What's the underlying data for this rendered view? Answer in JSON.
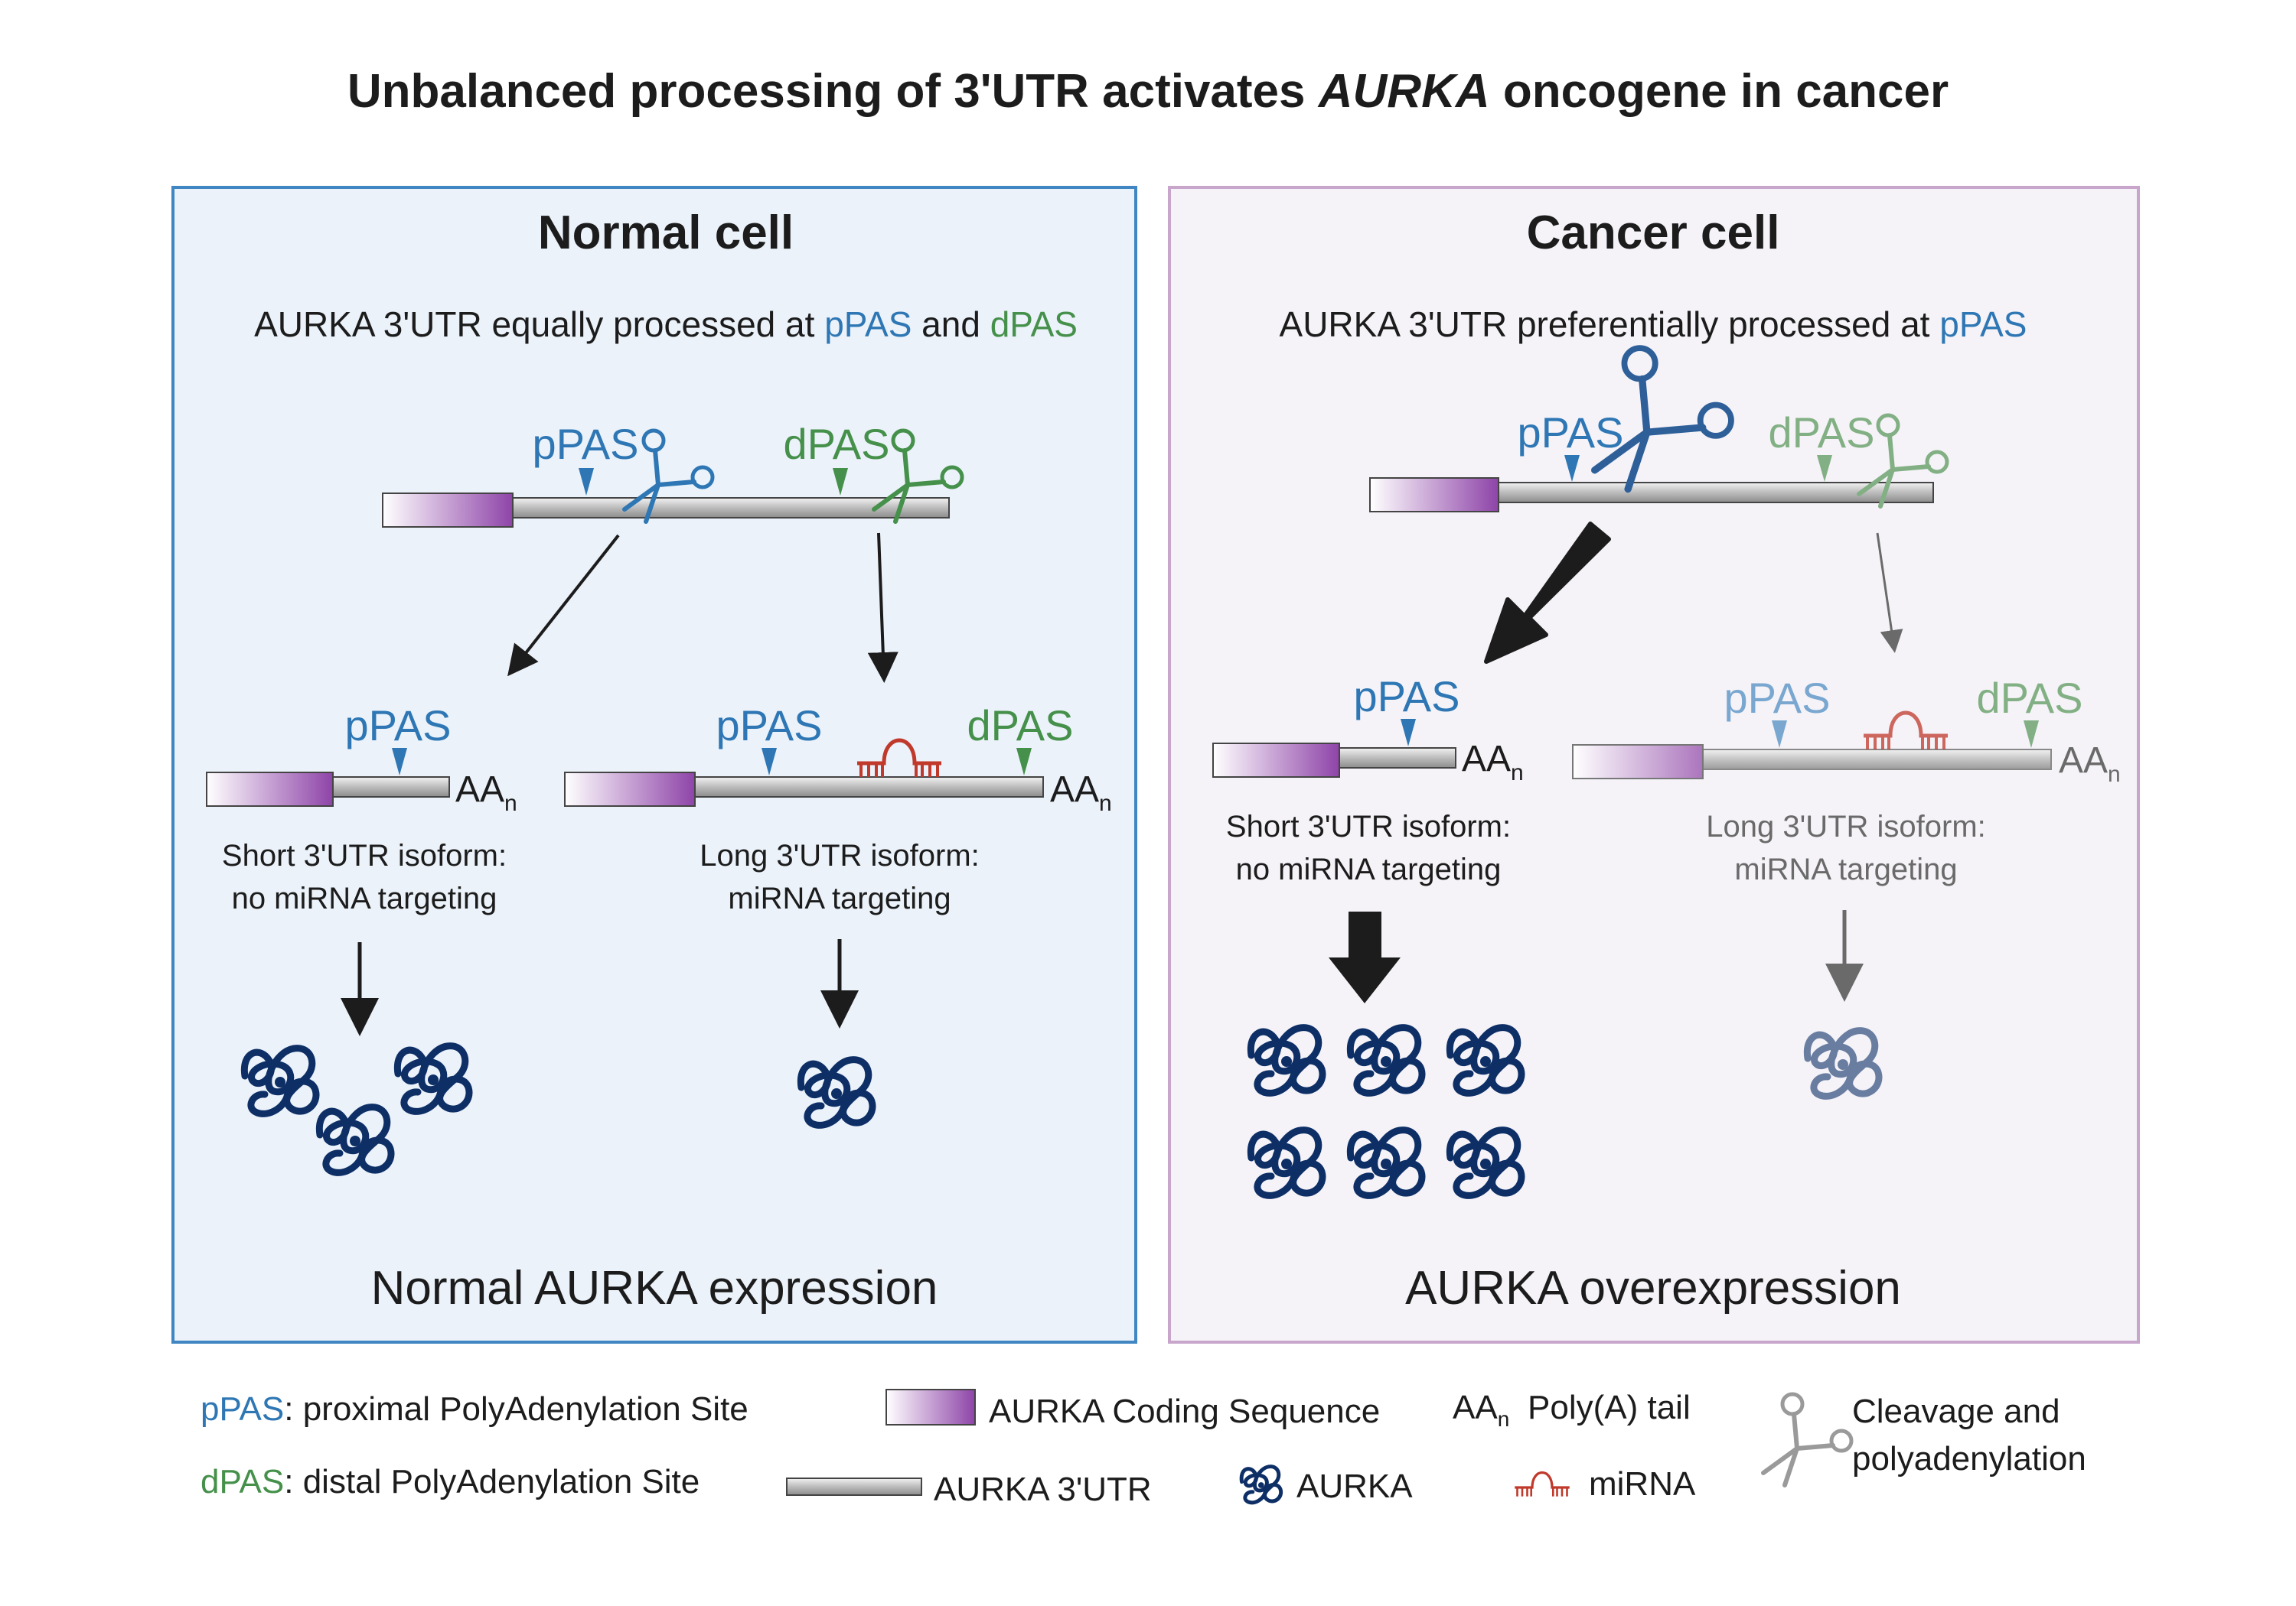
{
  "title": {
    "prefix": "Unbalanced processing of 3'UTR activates ",
    "gene": "AURKA",
    "suffix": " oncogene in cancer"
  },
  "normal": {
    "title": "Normal cell",
    "subtitle_prefix": "AURKA 3'UTR equally processed at ",
    "subtitle_ppas": "pPAS",
    "subtitle_and": " and ",
    "subtitle_dpas": "dPAS",
    "ppas": "pPAS",
    "dpas": "dPAS",
    "aan": "AA",
    "n": "n",
    "short_line1": "Short 3'UTR isoform:",
    "short_line2": "no miRNA targeting",
    "long_line1": "Long 3'UTR isoform:",
    "long_line2": "miRNA targeting",
    "outcome": "Normal AURKA expression"
  },
  "cancer": {
    "title": "Cancer cell",
    "subtitle_prefix": "AURKA 3'UTR preferentially processed at ",
    "subtitle_ppas": "pPAS",
    "ppas": "pPAS",
    "dpas": "dPAS",
    "aan": "AA",
    "n": "n",
    "short_line1": "Short 3'UTR isoform:",
    "short_line2": "no miRNA targeting",
    "long_line1": "Long 3'UTR isoform:",
    "long_line2": "miRNA targeting",
    "outcome": "AURKA overexpression"
  },
  "legend": {
    "ppas_abbr": "pPAS",
    "ppas_text": ": proximal PolyAdenylation Site",
    "dpas_abbr": "dPAS",
    "dpas_text": ": distal PolyAdenylation Site",
    "coding": "AURKA Coding Sequence",
    "utr": "AURKA 3'UTR",
    "protein": "AURKA",
    "aan": "AA",
    "n": "n",
    "polya": "Poly(A) tail",
    "mirna": "miRNA",
    "cleave_line1": "Cleavage and",
    "cleave_line2": "polyadenylation"
  },
  "colors": {
    "normal_bg": "#ebf2fa",
    "normal_border": "#3f86c2",
    "cancer_bg": "#f5f3f8",
    "cancer_border": "#c8a6cc",
    "ppas": "#2e77b4",
    "dpas": "#45904a",
    "coding_purple": "#8e44a8",
    "protein": "#0d2f66",
    "mirna": "#c0392b"
  },
  "icons": [
    "scissors-icon",
    "protein-icon",
    "mirna-icon",
    "arrow-icon"
  ]
}
